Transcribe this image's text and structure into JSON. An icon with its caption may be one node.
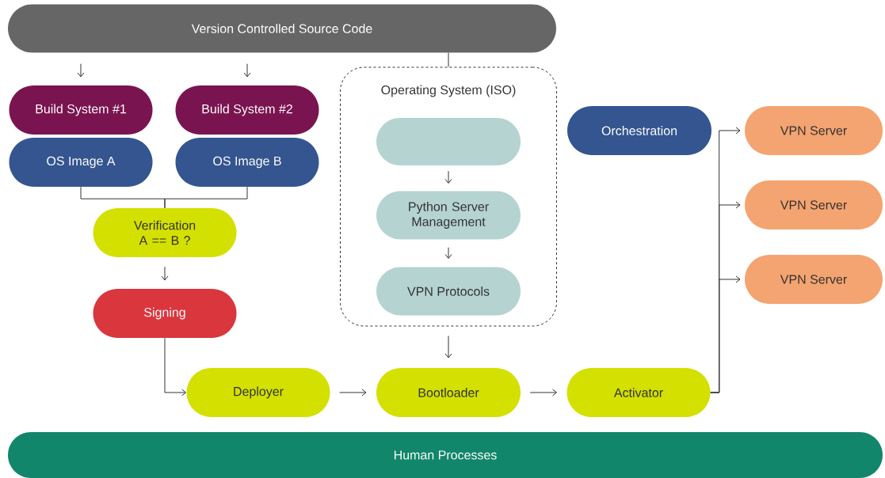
{
  "diagram": {
    "nodes": [
      {
        "text": [
          "Version Controlled Source Code"
        ]
      },
      {
        "text": [
          "Build System #1"
        ]
      },
      {
        "text": [
          "Build System #2"
        ]
      },
      {
        "text": [
          "OS Image A"
        ]
      },
      {
        "text": [
          "OS Image B"
        ]
      },
      {
        "text": [
          "Operating System (ISO)"
        ]
      },
      {
        "text": [],
        "shape": "box",
        "in": 5
      },
      {
        "text": [
          "Python Server Management"
        ],
        "in": 5
      },
      {
        "text": [
          "VPN Protocols"
        ],
        "in": 5
      },
      {
        "text": [
          "Verification A == B ?"
        ]
      },
      {
        "text": [
          "Orchestration"
        ]
      },
      {
        "text": [
          "VPN Server"
        ]
      },
      {
        "text": [
          "VPN Server"
        ]
      },
      {
        "text": [
          "VPN Server"
        ]
      },
      {
        "text": [
          "Signing"
        ]
      },
      {
        "text": [
          "Deployer"
        ]
      },
      {
        "text": [
          "Bootloader"
        ]
      },
      {
        "text": [
          "Activator"
        ]
      },
      {
        "text": [
          "Human Processes"
        ]
      }
    ],
    "edges": [
      {
        "from": 0,
        "to": 1,
        "arrow": "to"
      },
      {
        "from": 0,
        "to": 2,
        "arrow": "to"
      },
      {
        "from": 0,
        "to": 5,
        "arrow": "none"
      },
      {
        "from": 3,
        "to": 9,
        "arrow": "none"
      },
      {
        "from": 4,
        "to": 9,
        "arrow": "none"
      },
      {
        "from": 6,
        "to": 7,
        "arrow": "to"
      },
      {
        "from": 7,
        "to": 8,
        "arrow": "to"
      },
      {
        "from": 9,
        "to": 14,
        "arrow": "to"
      },
      {
        "from": 14,
        "to": 15,
        "arrow": "to"
      },
      {
        "from": 15,
        "to": 16,
        "arrow": "to"
      },
      {
        "from": 5,
        "to": 16,
        "arrow": "to"
      },
      {
        "from": 16,
        "to": 17,
        "arrow": "to"
      },
      {
        "from": 17,
        "to": 11,
        "arrow": "to"
      },
      {
        "from": 17,
        "to": 12,
        "arrow": "to"
      },
      {
        "from": 17,
        "to": 13,
        "arrow": "to"
      }
    ]
  }
}
